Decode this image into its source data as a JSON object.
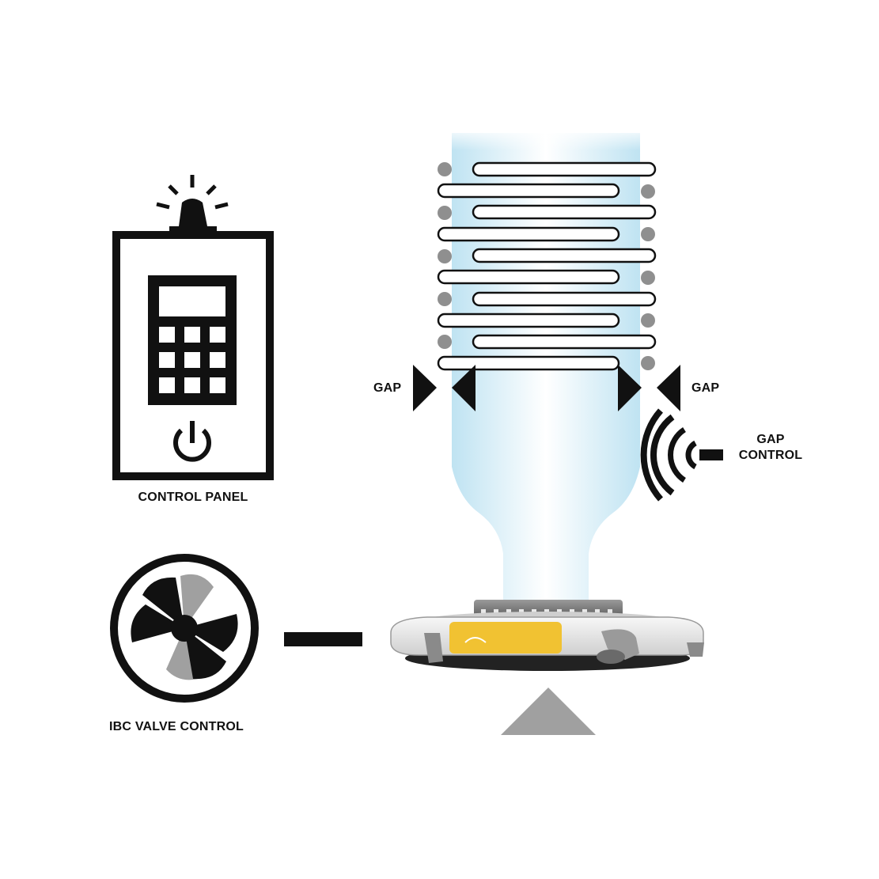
{
  "labels": {
    "control_panel": "CONTROL PANEL",
    "ibc_valve_control": "IBC VALVE CONTROL",
    "gap_left": "GAP",
    "gap_right": "GAP",
    "gap_control_line1": "GAP",
    "gap_control_line2": "CONTROL"
  },
  "icons": {
    "control_panel": "control-panel-icon",
    "beacon": "alarm-beacon-icon",
    "keypad": "keypad-icon",
    "power": "power-icon",
    "valve": "ibc-valve-icon",
    "sensor": "sensor-wave-icon",
    "cooling_ring": "cooling-ring",
    "film_bubble": "film-bubble",
    "collapsing_frame": "collapsing-frame"
  },
  "colors": {
    "icon_black": "#111111",
    "bubble_blue": "#bfe3f2",
    "roller_grey": "#8f8f8f",
    "ring_yellow": "#f1c232",
    "arrow_grey": "#a0a0a0"
  }
}
